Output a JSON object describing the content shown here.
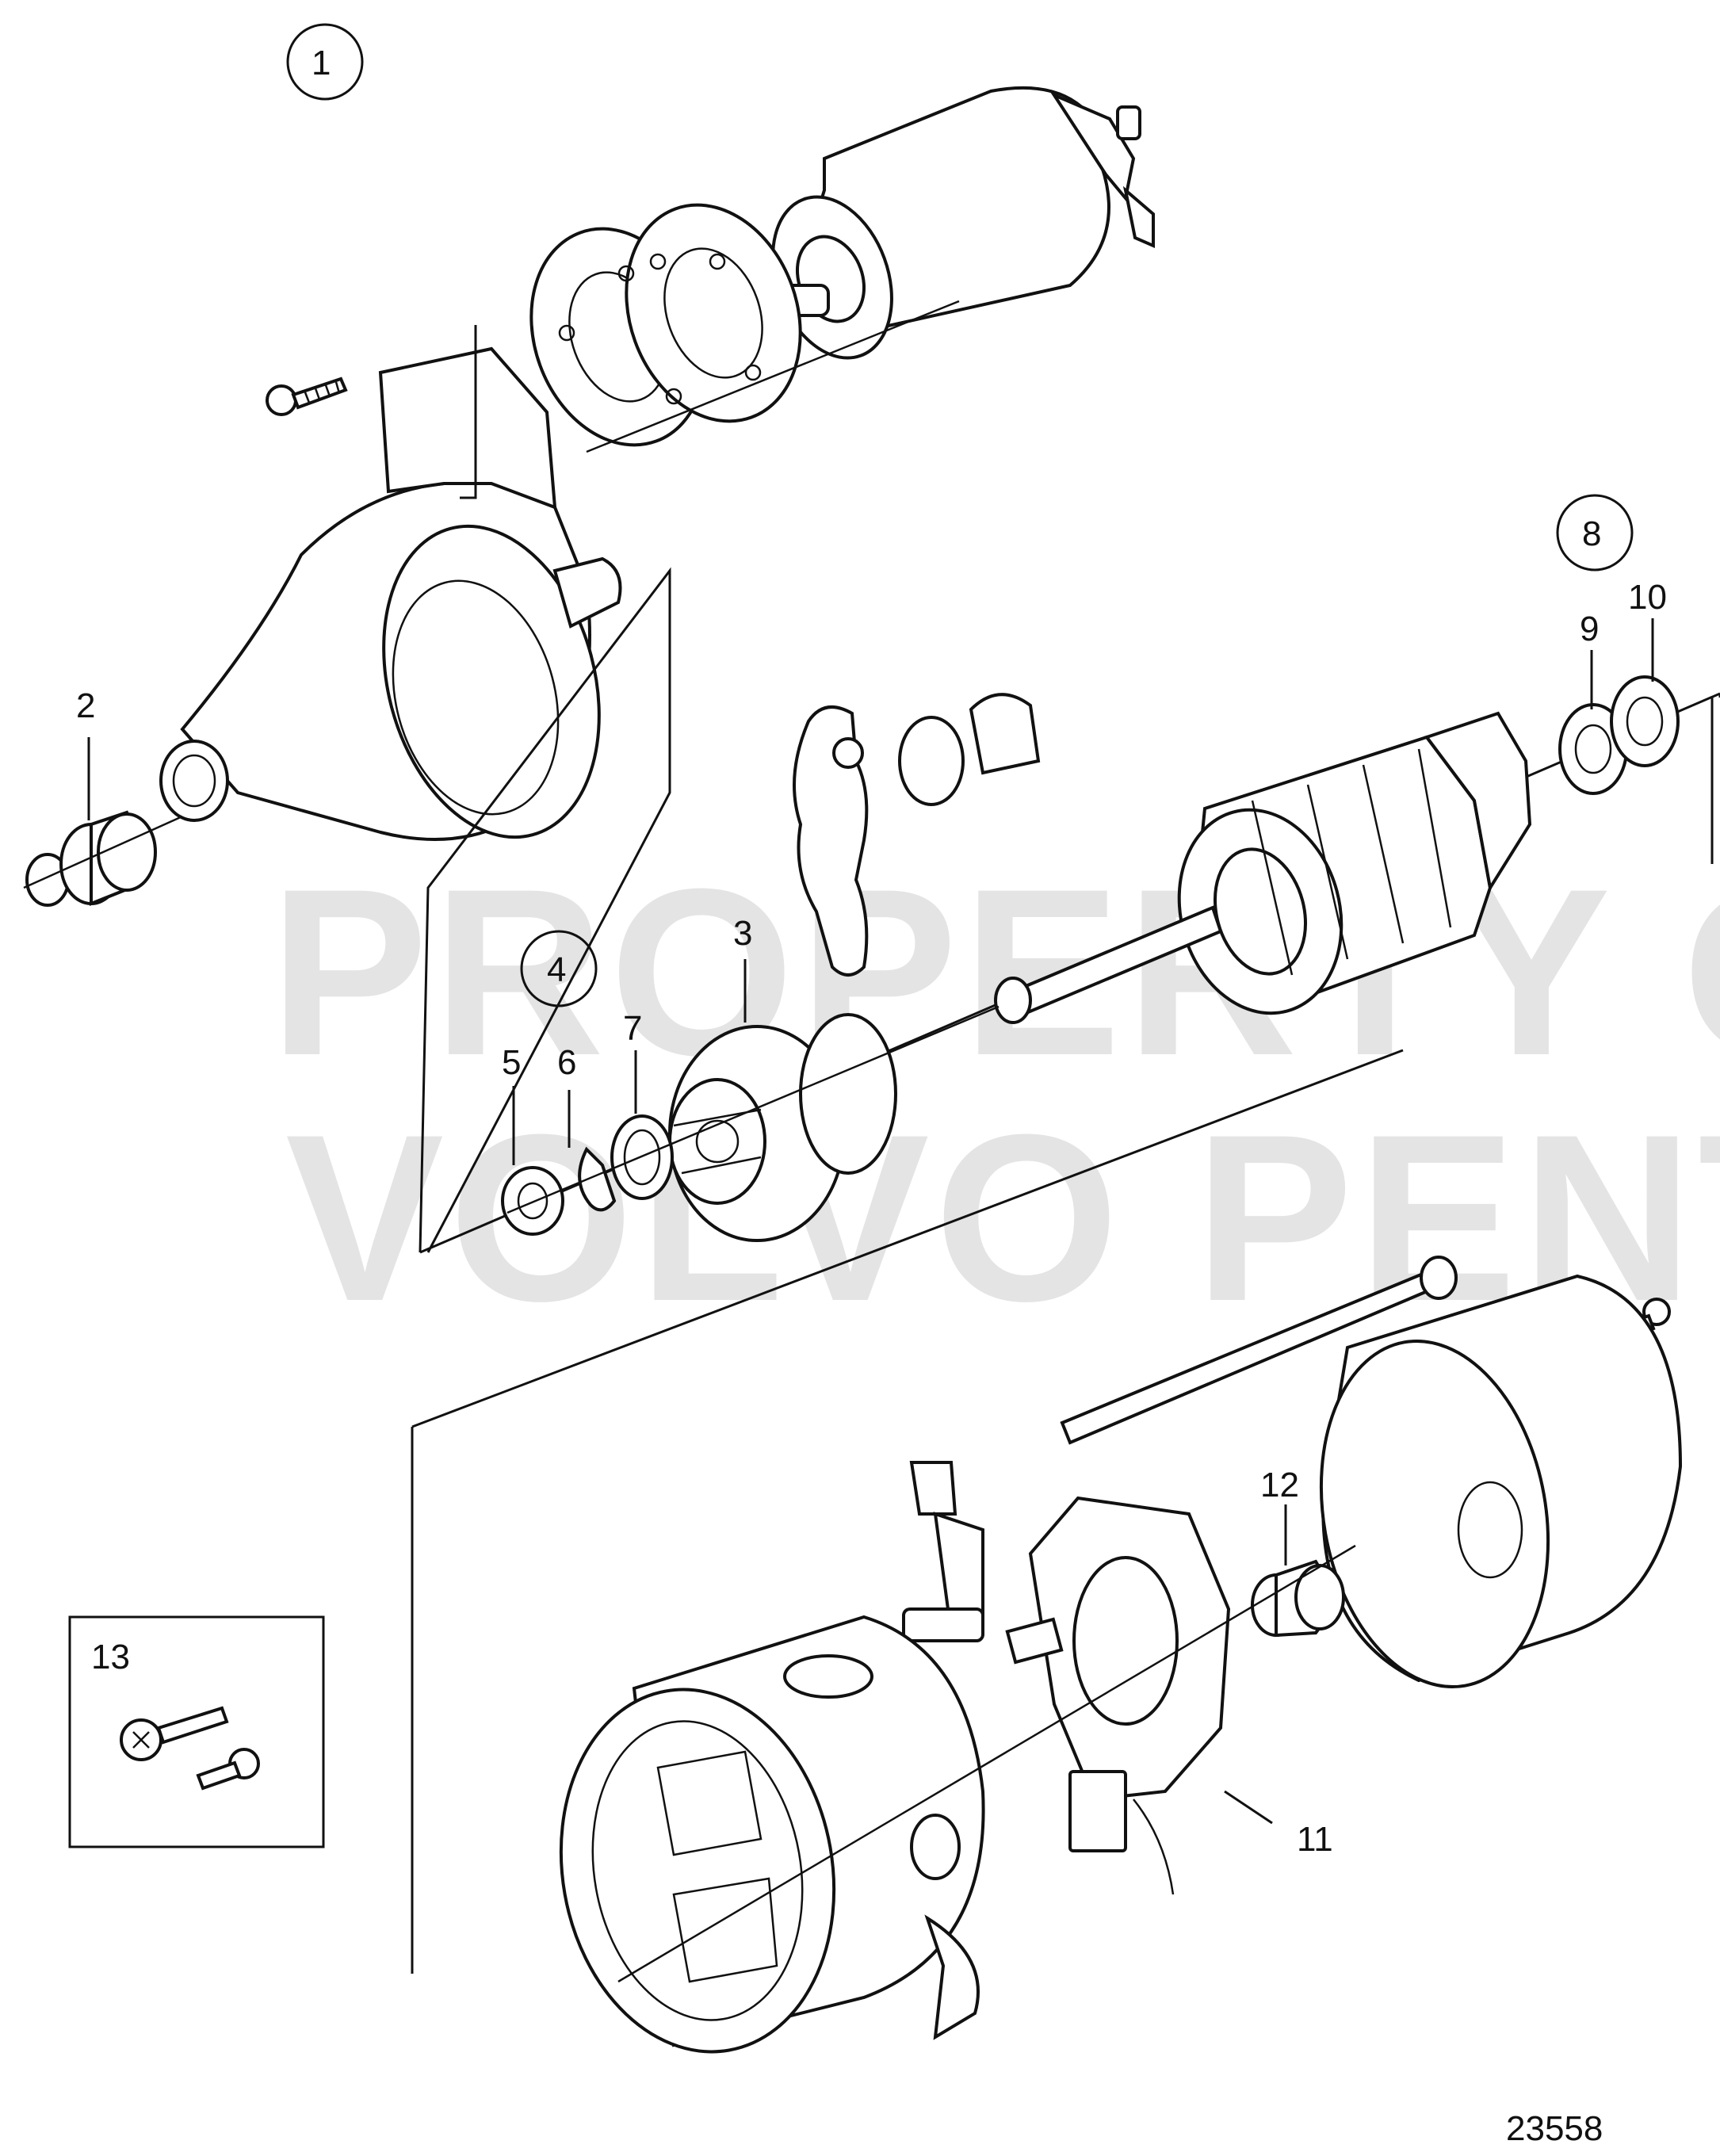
{
  "watermark": {
    "line1": "PROPERTY OF",
    "line2": "VOLVO PENTA"
  },
  "callouts": {
    "c1": "1",
    "c2": "2",
    "c3": "3",
    "c4": "4",
    "c5": "5",
    "c6": "6",
    "c7": "7",
    "c8": "8",
    "c9": "9",
    "c10": "10",
    "c11": "11",
    "c12": "12",
    "c13": "13"
  },
  "figure_number": "23558"
}
